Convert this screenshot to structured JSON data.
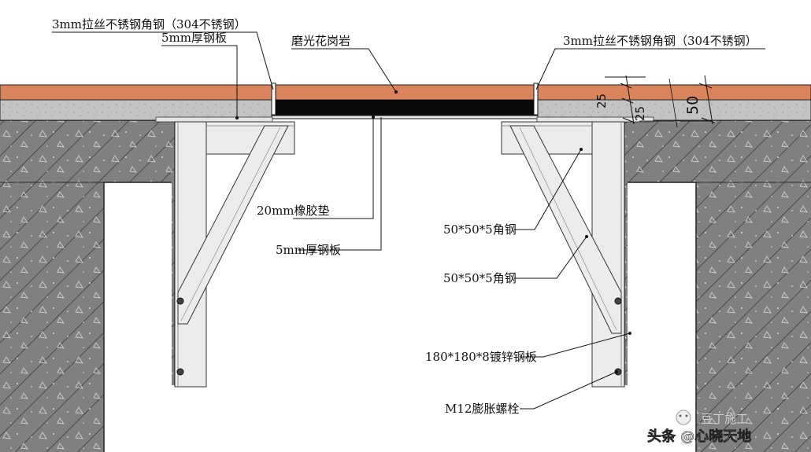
{
  "labels": {
    "top_left_angle": "3mm拉丝不锈钢角钢（304不锈钢）",
    "top_left_plate": "5mm厚钢板",
    "granite": "磨光花岗岩",
    "top_right_angle": "3mm拉丝不锈钢角钢（304不锈钢）",
    "rubber_pad": "20mm橡胶垫",
    "center_plate": "5mm厚钢板",
    "angle_steel_1": "50*50*5角钢",
    "angle_steel_2": "50*50*5角钢",
    "galvanized_plate": "180*180*8镀锌钢板",
    "expansion_bolt": "M12膨胀螺栓"
  },
  "dimensions": {
    "d1": "25",
    "d2": "25",
    "total": "50"
  },
  "watermark": {
    "text": "头条 @心晓天地",
    "faint": "豆丁施工"
  },
  "colors": {
    "granite": "#d9845a",
    "mortar": "#bdbdbd",
    "concrete": "#7a7a7a",
    "rubber": "#0a0a0a",
    "steel": "#e9e9e9"
  }
}
